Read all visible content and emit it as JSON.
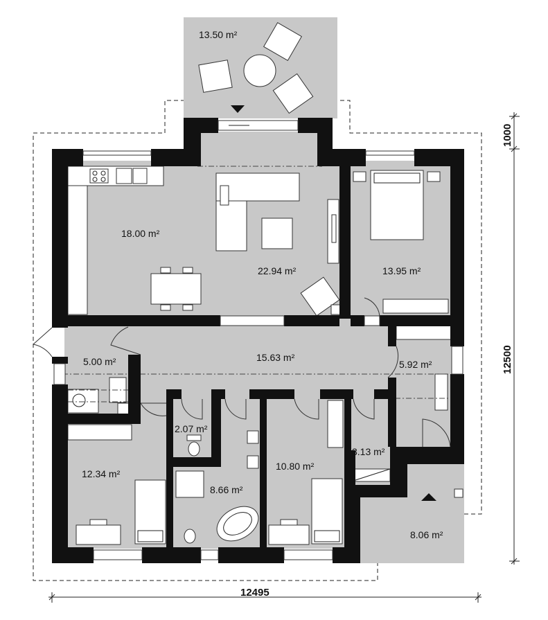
{
  "rooms": [
    {
      "id": "terrace-top",
      "area": "13.50 m²"
    },
    {
      "id": "kitchen",
      "area": "18.00 m²"
    },
    {
      "id": "living",
      "area": "22.94 m²"
    },
    {
      "id": "bedroom-ne",
      "area": "13.95 m²"
    },
    {
      "id": "hall",
      "area": "15.63 m²"
    },
    {
      "id": "utility",
      "area": "5.00 m²"
    },
    {
      "id": "corridor-e",
      "area": "5.92 m²"
    },
    {
      "id": "wc",
      "area": "2.07 m²"
    },
    {
      "id": "bedroom-sw",
      "area": "12.34 m²"
    },
    {
      "id": "bathroom",
      "area": "8.66 m²"
    },
    {
      "id": "bedroom-s",
      "area": "10.80 m²"
    },
    {
      "id": "closet",
      "area": "3.13 m²"
    },
    {
      "id": "terrace-se",
      "area": "8.06 m²"
    }
  ],
  "dimensions": {
    "width": "12495",
    "height": "12500",
    "overhang": "1000"
  }
}
